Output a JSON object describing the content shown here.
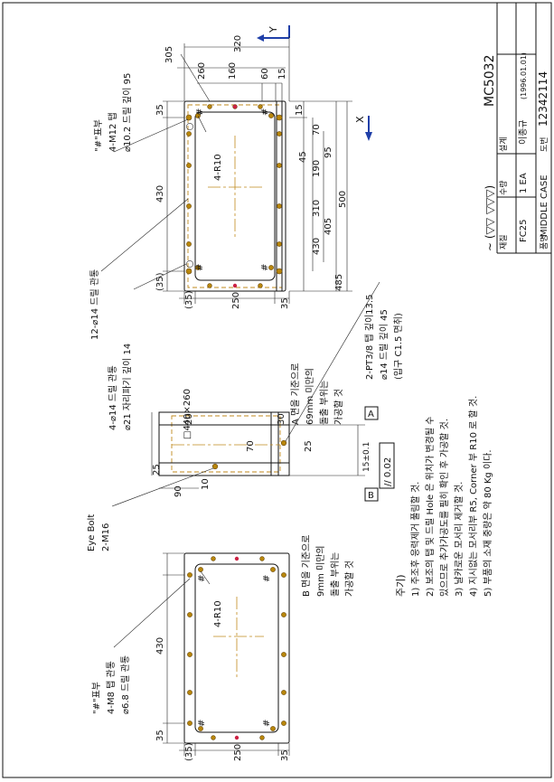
{
  "title_block": {
    "drawing_no": "MC5032",
    "design_label": "설계",
    "designer": "이종규",
    "design_date": "(1996.01.01)",
    "drawing_number_label": "도번",
    "drawing_number": "12342114",
    "material_label": "재질",
    "material": "FC25",
    "quantity_label": "수량",
    "quantity": "1 EA",
    "part_label": "품명",
    "part_name": "MIDDLE CASE",
    "roughness": "∼ (▽▽ ▽▽▽)"
  },
  "notes": {
    "heading": "주기)",
    "items": [
      "1) 주조후 응력제거 풀림할 것.",
      "2) 보조의 탭 및 드릴 Hole 은 위치가 변경될 수",
      "    있으므로 추가가공도를 필히 확인 후 가공할 것.",
      "3) 날카로운 모서리 제거할 것.",
      "4) 지시없는 모서리부 R5, Corner 부 R10 로 할 것.",
      "5) 부품의 소재 중량은 약 80 Kg 이다."
    ]
  },
  "top_view": {
    "callout_tap_mark": "\"#\"표부",
    "callout_tap": "4-M12 탭",
    "callout_tap_depth": "⌀10.2 드릴 깊이 95",
    "callout_drill_through": "12-⌀14 드릴 관통",
    "callout_counterbore_1": "4-⌀14 드릴 관통",
    "callout_counterbore_2": "⌀21 자리파기 깊이 14",
    "corner_radius": "4-R10",
    "axis_y": "Y",
    "axis_x": "X",
    "dims": {
      "d320": "320",
      "d305": "305",
      "d260": "260",
      "d160": "160",
      "d60": "60",
      "d15a": "15",
      "d35": "35",
      "d430": "430",
      "d35b": "(35)",
      "d250": "250",
      "d35c": "(35)",
      "d35d": "35",
      "d15b": "15",
      "d70": "70",
      "d45": "45",
      "d95": "95",
      "d190": "190",
      "d310": "310",
      "d405": "405",
      "d430b": "430",
      "d485": "485",
      "d500": "500"
    }
  },
  "section_view": {
    "note_a_1": "A 면을 기준으로",
    "note_a_2": "69mm 미만의",
    "note_a_3": "돌출 부위는",
    "note_a_4": "가공할 것",
    "pt_tap_1": "2-PT3/8 탭 깊이13.5",
    "pt_tap_2": "⌀14 드릴 깊이 45",
    "pt_tap_3": "(입구 C1.5 면취)",
    "box": "□440×260",
    "eye_bolt_1": "Eye Bolt",
    "eye_bolt_2": "2-M16",
    "datum_a": "A",
    "datum_b": "B",
    "parallel_tol": "// 0.02",
    "height_tol": "15±0.1",
    "dims": {
      "d20": "20",
      "d30": "30",
      "d70": "70",
      "d25a": "25",
      "d25b": "25",
      "d10": "10",
      "d90": "90"
    }
  },
  "bottom_view": {
    "callout_tap_mark": "\"#\"표부",
    "callout_tap": "4-M8 탭 관통",
    "callout_tap_depth": "⌀6.8 드릴 관통",
    "corner_radius": "4-R10",
    "note_b_1": "B 면을 기준으로",
    "note_b_2": "9mm 미만의",
    "note_b_3": "돌출 부위는",
    "note_b_4": "가공할 것",
    "dims": {
      "d430": "430",
      "d35": "35",
      "d35b": "(35)",
      "d250": "250",
      "d35c": "35"
    }
  },
  "colors": {
    "line": "#111111",
    "hidden": "#c08a1e",
    "hole": "#b8860b",
    "accent_red": "#cc2244",
    "axis_blue": "#1f3fa8"
  }
}
